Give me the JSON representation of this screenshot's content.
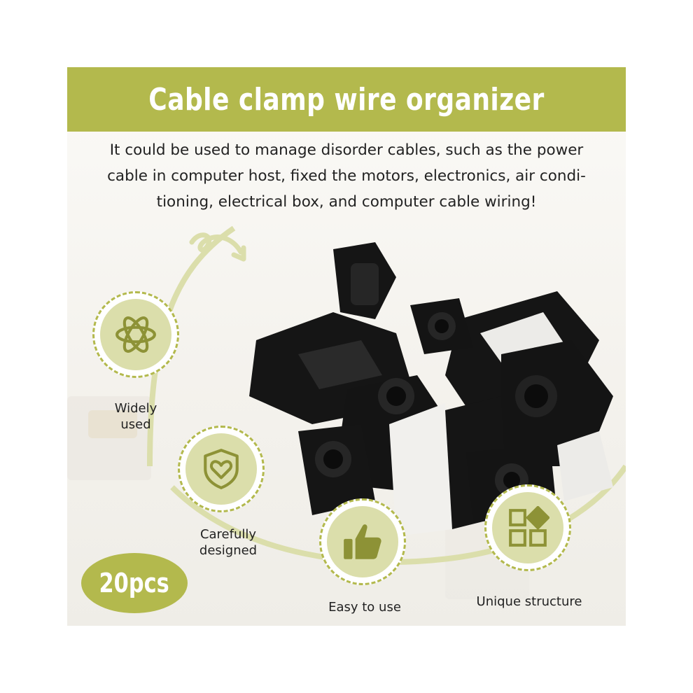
{
  "title": "Cable clamp wire organizer",
  "description": {
    "line1": "It could be used to manage disorder cables, such as the power",
    "line2": "cable in computer host, fixed the motors, electronics, air condi-",
    "line3": "tioning, electrical box, and computer cable wiring!"
  },
  "features": [
    {
      "label_line1": "Widely",
      "label_line2": "used",
      "icon": "atom-icon"
    },
    {
      "label_line1": "Carefully",
      "label_line2": "designed",
      "icon": "shield-heart-icon"
    },
    {
      "label_line1": "Easy to use",
      "label_line2": "",
      "icon": "thumbs-up-icon"
    },
    {
      "label_line1": "Unique structure",
      "label_line2": "",
      "icon": "blocks-icon"
    }
  ],
  "count_badge": "20pcs",
  "colors": {
    "accent": "#b3b94d",
    "accent_light": "#dbdeab",
    "icon": "#8d9236",
    "text": "#222222",
    "product": "#141414"
  }
}
